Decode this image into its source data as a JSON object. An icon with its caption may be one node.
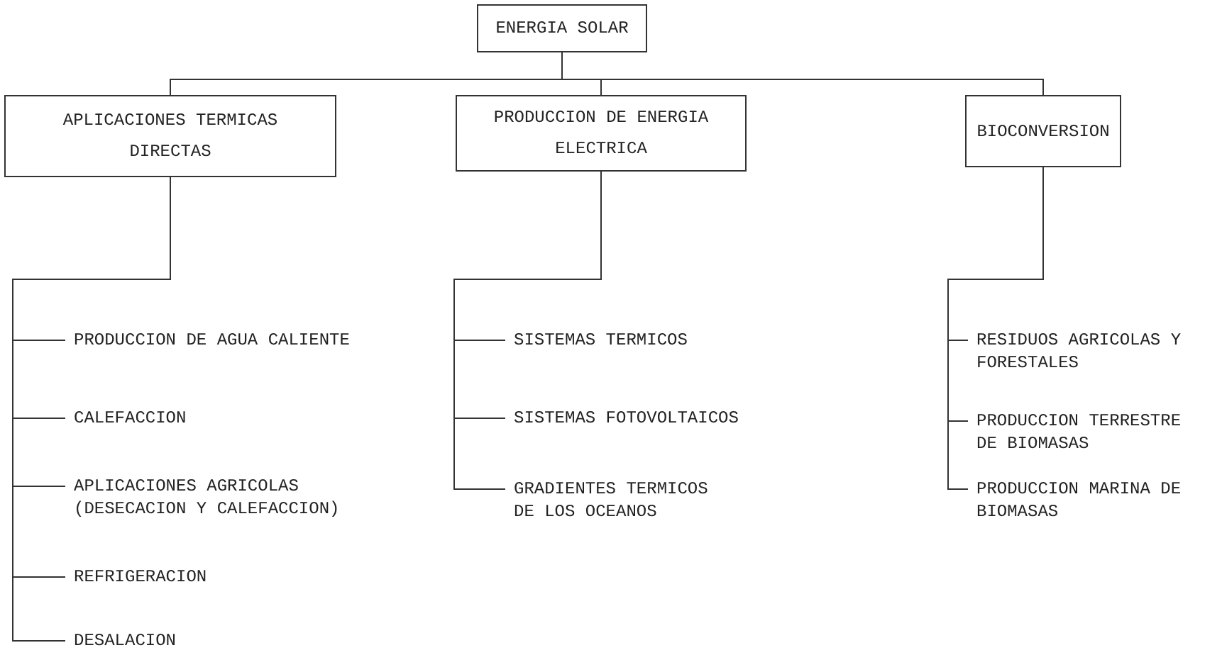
{
  "diagram": {
    "nodes": [
      {
        "text": [
          "ENERGIA SOLAR"
        ]
      },
      {
        "text": [
          "APLICACIONES TERMICAS DIRECTAS"
        ]
      },
      {
        "text": [
          "PRODUCCION DE ENERGIA ELECTRICA"
        ]
      },
      {
        "text": [
          "BIOCONVERSION"
        ]
      },
      {
        "text": [
          "PRODUCCION DE AGUA CALIENTE"
        ]
      },
      {
        "text": [
          "CALEFACCION"
        ]
      },
      {
        "text": [
          "APLICACIONES AGRICOLAS (DESECACION Y CALEFACCION)"
        ]
      },
      {
        "text": [
          "REFRIGERACION"
        ]
      },
      {
        "text": [
          "DESALACION"
        ]
      },
      {
        "text": [
          "SISTEMAS TERMICOS"
        ]
      },
      {
        "text": [
          "SISTEMAS FOTOVOLTAICOS"
        ]
      },
      {
        "text": [
          "GRADIENTES TERMICOS DE LOS OCEANOS"
        ]
      },
      {
        "text": [
          "RESIDUOS AGRICOLAS Y FORESTALES"
        ]
      },
      {
        "text": [
          "PRODUCCION TERRESTRE DE BIOMASAS"
        ]
      },
      {
        "text": [
          "PRODUCCION MARINA DE BIOMASAS"
        ]
      }
    ],
    "edges": [
      {
        "from": 0,
        "to": 1,
        "arrow": "none"
      },
      {
        "from": 0,
        "to": 2,
        "arrow": "none"
      },
      {
        "from": 0,
        "to": 3,
        "arrow": "none"
      },
      {
        "from": 1,
        "to": 4,
        "arrow": "none"
      },
      {
        "from": 1,
        "to": 5,
        "arrow": "none"
      },
      {
        "from": 1,
        "to": 6,
        "arrow": "none"
      },
      {
        "from": 1,
        "to": 7,
        "arrow": "none"
      },
      {
        "from": 1,
        "to": 8,
        "arrow": "none"
      },
      {
        "from": 2,
        "to": 9,
        "arrow": "none"
      },
      {
        "from": 2,
        "to": 10,
        "arrow": "none"
      },
      {
        "from": 2,
        "to": 11,
        "arrow": "none"
      },
      {
        "from": 3,
        "to": 12,
        "arrow": "none"
      },
      {
        "from": 3,
        "to": 13,
        "arrow": "none"
      },
      {
        "from": 3,
        "to": 14,
        "arrow": "none"
      }
    ]
  }
}
